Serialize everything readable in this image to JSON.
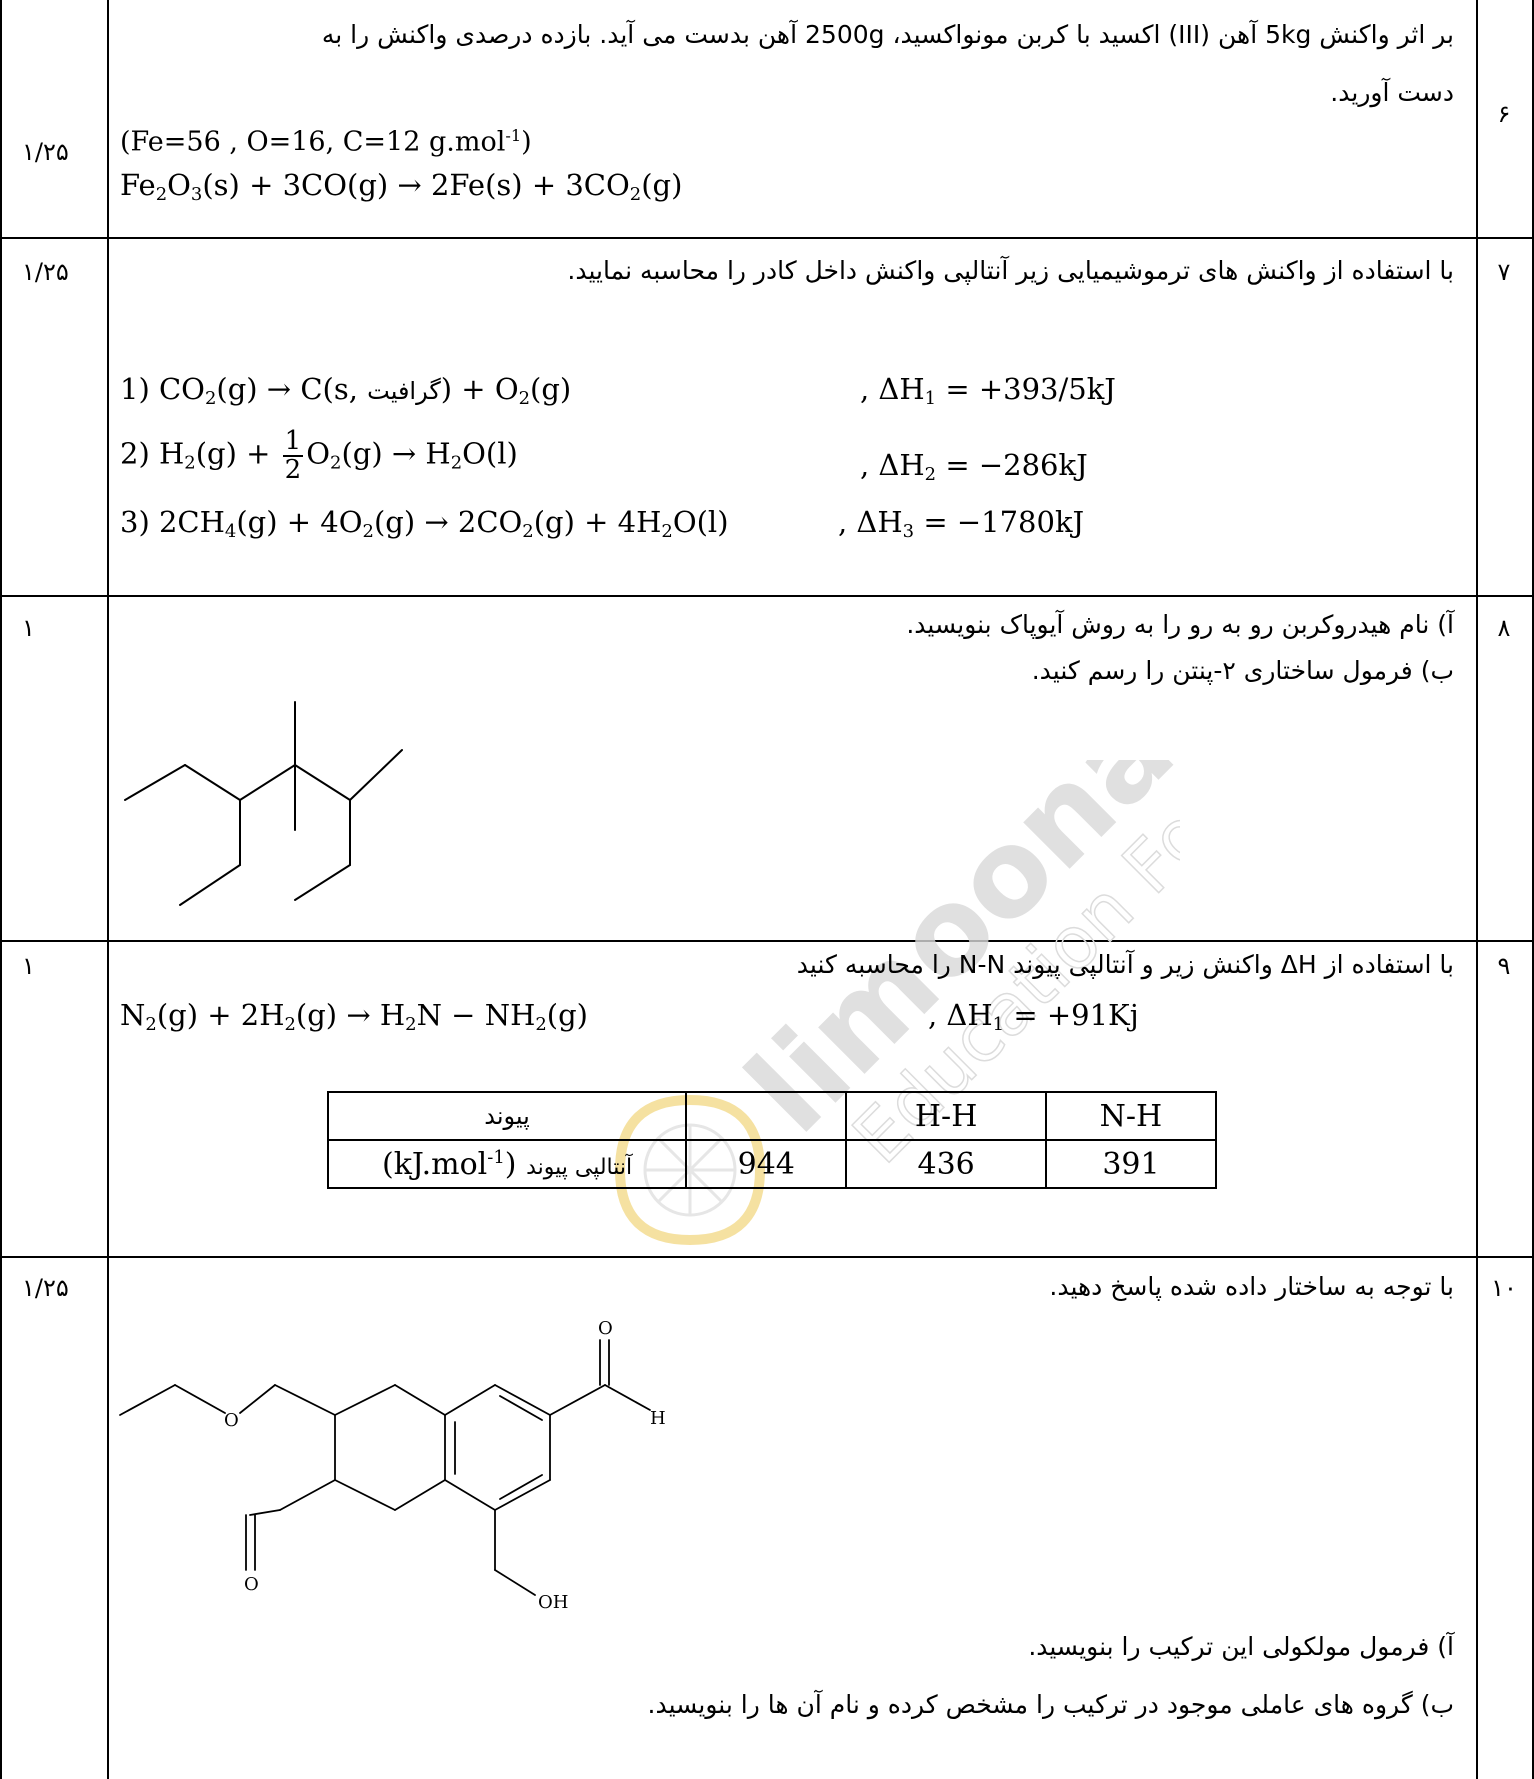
{
  "watermark": {
    "brand": "limoonad",
    "tagline": "Education For All"
  },
  "q6": {
    "number": "۶",
    "score": "۱/۲۵",
    "text_line1": "بر اثر واکنش 5kg آهن (III) اکسید با کربن مونواکسید، 2500g آهن بدست می آید. بازده درصدی واکنش را به",
    "text_line2": "دست آورید.",
    "masses_prefix": "(Fe=56 , O=16, C=12 g.mol",
    "masses_sup": "-1",
    "masses_suffix": ")",
    "eq_a": "Fe",
    "eq_b": "2",
    "eq_c": "O",
    "eq_d": "3",
    "eq_e": "(s) + 3CO(g) → 2Fe(s) + 3CO",
    "eq_f": "2",
    "eq_g": "(g)"
  },
  "q7": {
    "number": "۷",
    "score": "۱/۲۵",
    "text": "با استفاده از واکنش های ترموشیمیایی زیر آنتالپی واکنش داخل کادر را محاسبه نمایید.",
    "r1_a": "1) CO",
    "r1_b": "2",
    "r1_c": "(g) → C(s, ",
    "r1_graphite": "گرافیت",
    "r1_d": ") +  O",
    "r1_e": "2",
    "r1_f": "(g)",
    "r1_dh_a": ", ΔH",
    "r1_dh_b": "1",
    "r1_dh_c": " = +393/5kJ",
    "r2_a": "2) H",
    "r2_b": "2",
    "r2_c": "(g) + ",
    "r2_num": "1",
    "r2_den": "2",
    "r2_d": "O",
    "r2_e": "2",
    "r2_f": "(g) → H",
    "r2_g": "2",
    "r2_h": "O(l)",
    "r2_dh_a": ", ΔH",
    "r2_dh_b": "2",
    "r2_dh_c": " = −286kJ",
    "r3_a": "3) 2CH",
    "r3_b": "4",
    "r3_c": "(g) + 4O",
    "r3_d": "2",
    "r3_e": "(g) → 2CO",
    "r3_f": "2",
    "r3_g": "(g) + 4H",
    "r3_h": "2",
    "r3_i": "O(l)",
    "r3_dh_a": ", ΔH",
    "r3_dh_b": "3",
    "r3_dh_c": " = −1780kJ"
  },
  "q8": {
    "number": "۸",
    "score": "۱",
    "part_a": "آ) نام هیدروکربن رو به رو را به روش آیوپاک بنویسید.",
    "part_b": "ب) فرمول ساختاری ۲-پنتن را رسم کنید."
  },
  "q9": {
    "number": "۹",
    "score": "۱",
    "text": "با استفاده  از ΔH واکنش زیر و آنتالپی پیوند N-N را محاسبه کنید",
    "eq_a": "N",
    "eq_b": "2",
    "eq_c": "(g) + 2H",
    "eq_d": "2",
    "eq_e": "(g) → H",
    "eq_f": "2",
    "eq_g": "N − NH",
    "eq_h": "2",
    "eq_i": "(g)",
    "dh_a": ", ΔH",
    "dh_b": "1",
    "dh_c": " = +91Kj",
    "table_header": [
      "پیوند",
      "",
      "H-H",
      "N-H"
    ],
    "table_row_label_prefix": "(kJ.mol",
    "table_row_label_sup": "-1",
    "table_row_label_suffix": ")",
    "table_row_label_fa": "آنتالپی پیوند",
    "table_values": [
      "944",
      "436",
      "391"
    ]
  },
  "q10": {
    "number": "۱۰",
    "score": "۱/۲۵",
    "text": "با توجه به ساختار داده شده پاسخ دهید.",
    "atom_o_ether": "O",
    "atom_o_aldehyde_top": "O",
    "atom_h": "H",
    "atom_o_aldehyde_bottom": "O",
    "atom_oh": "OH",
    "part_a": "آ) فرمول مولکولی این ترکیب را بنویسید.",
    "part_b": "ب) گروه های عاملی موجود در ترکیب را مشخص کرده و نام آن ها را بنویسید."
  }
}
